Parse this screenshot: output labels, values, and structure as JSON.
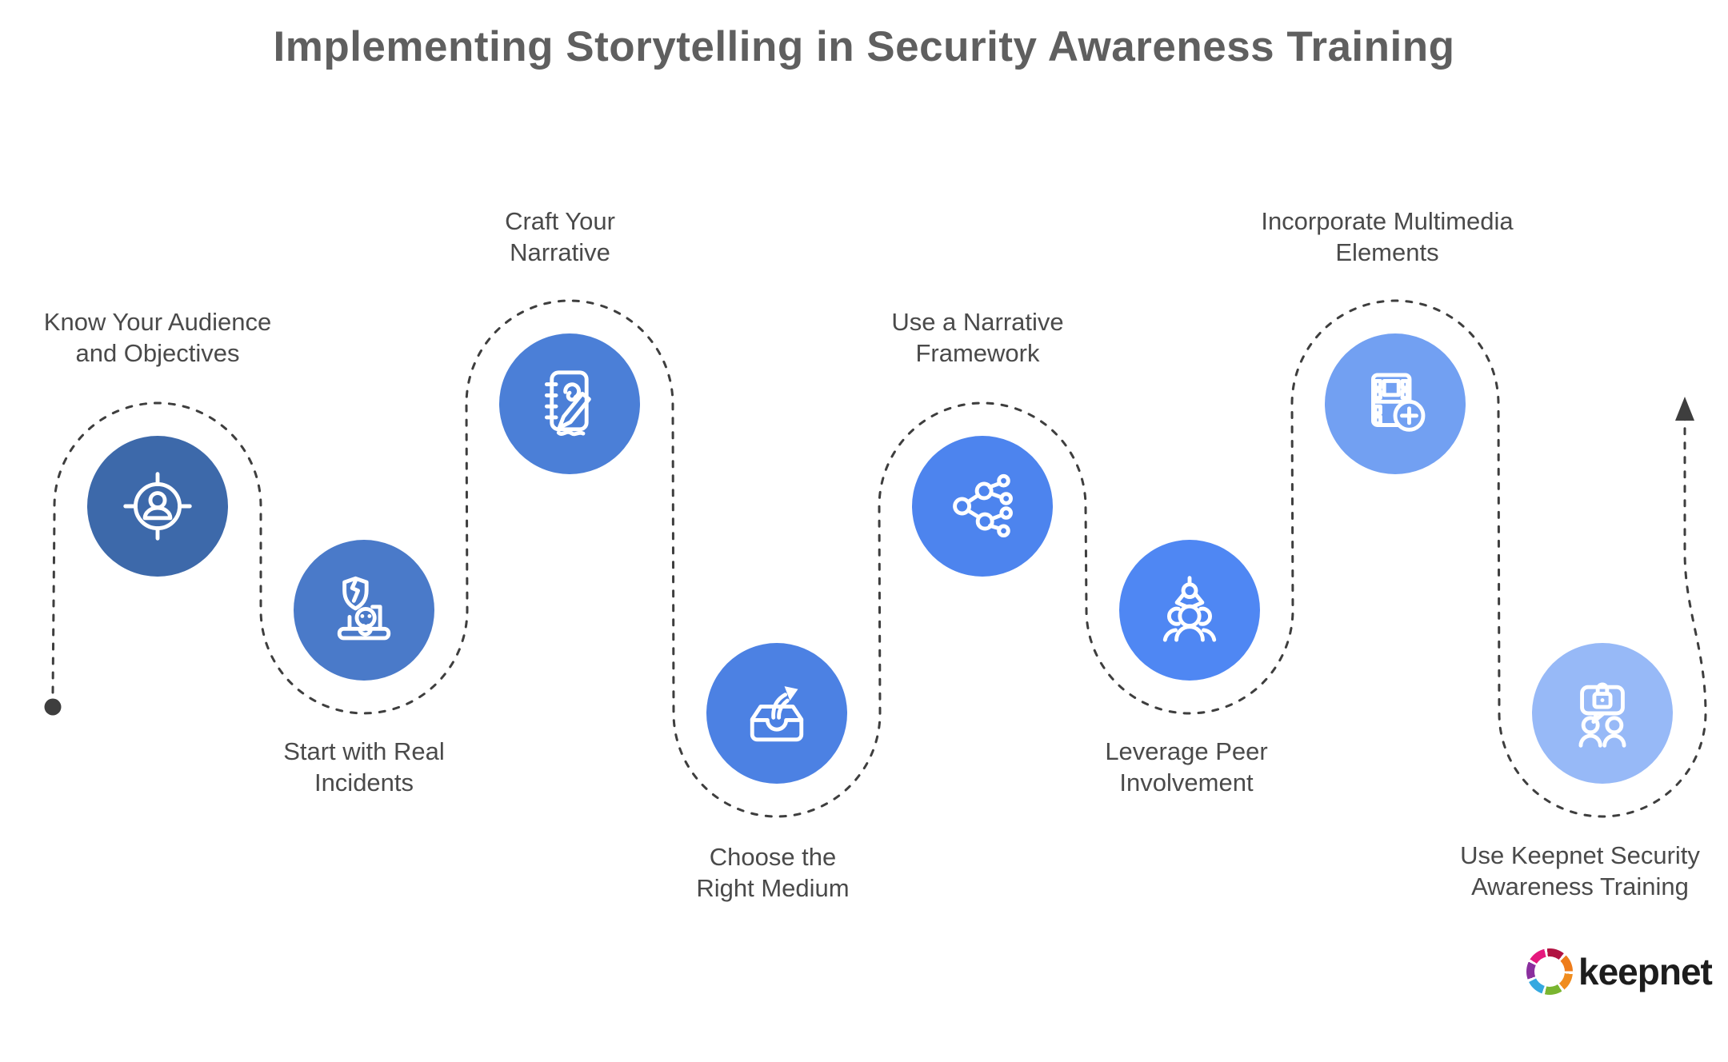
{
  "title": "Implementing Storytelling in Security Awareness Training",
  "steps": [
    {
      "id": 1,
      "lines": [
        "Know Your Audience",
        "and Objectives"
      ],
      "icon": "target-audience-icon",
      "color": "#3d69aa",
      "label_position": "above"
    },
    {
      "id": 2,
      "lines": [
        "Start with Real",
        "Incidents"
      ],
      "icon": "breach-skull-laptop-icon",
      "color": "#4a7ac9",
      "label_position": "below"
    },
    {
      "id": 3,
      "lines": [
        "Craft Your",
        "Narrative"
      ],
      "icon": "notebook-pen-icon",
      "color": "#4b7fd7",
      "label_position": "above"
    },
    {
      "id": 4,
      "lines": [
        "Choose the",
        "Right Medium"
      ],
      "icon": "outbox-arrow-icon",
      "color": "#4c81e3",
      "label_position": "below"
    },
    {
      "id": 5,
      "lines": [
        "Use a Narrative",
        "Framework"
      ],
      "icon": "branch-network-icon",
      "color": "#4d84ee",
      "label_position": "above"
    },
    {
      "id": 6,
      "lines": [
        "Leverage Peer",
        "Involvement"
      ],
      "icon": "claw-people-icon",
      "color": "#4f87f3",
      "label_position": "below"
    },
    {
      "id": 7,
      "lines": [
        "Incorporate Multimedia",
        "Elements"
      ],
      "icon": "film-strip-plus-icon",
      "color": "#72a0f2",
      "label_position": "above"
    },
    {
      "id": 8,
      "lines": [
        "Use Keepnet Security",
        "Awareness Training"
      ],
      "icon": "secure-chat-people-icon",
      "color": "#97b9f7",
      "label_position": "below"
    }
  ],
  "path": {
    "style": "dashed",
    "color": "#3e3e3e",
    "start_marker": "dot",
    "end_marker": "arrow-up"
  },
  "logo": {
    "text": "keepnet",
    "ring_colors": [
      "#b11241",
      "#ee7c1b",
      "#f08c1e",
      "#7ab530",
      "#35a8e0",
      "#8a2f9e",
      "#e5187d"
    ]
  },
  "colors": {
    "background": "#ffffff",
    "title_text": "#5f5f5f",
    "label_text": "#4a4a4a"
  }
}
